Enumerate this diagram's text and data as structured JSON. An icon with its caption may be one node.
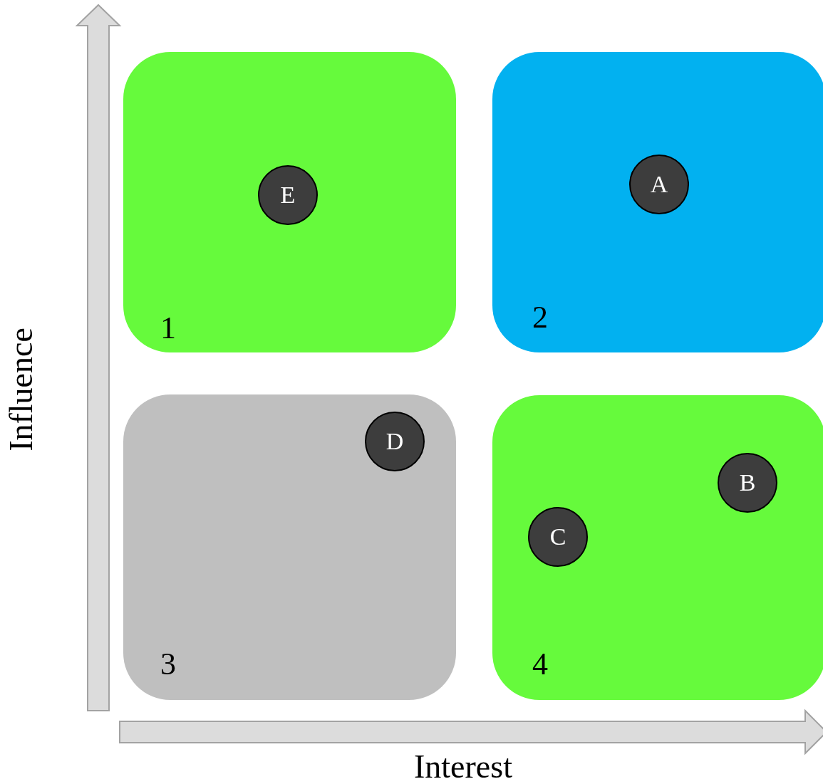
{
  "diagram": {
    "nodes": [
      {
        "text": [
          "1"
        ]
      },
      {
        "text": [
          "E"
        ],
        "in": 0
      },
      {
        "text": [
          "2"
        ]
      },
      {
        "text": [
          "A"
        ],
        "in": 2
      },
      {
        "text": [
          "3"
        ]
      },
      {
        "text": [
          "D"
        ],
        "in": 4
      },
      {
        "text": [
          "4"
        ]
      },
      {
        "text": [
          "B"
        ],
        "in": 6
      },
      {
        "text": [
          "C"
        ],
        "in": 6
      }
    ],
    "labels": [
      "Influence",
      "Interest"
    ]
  }
}
